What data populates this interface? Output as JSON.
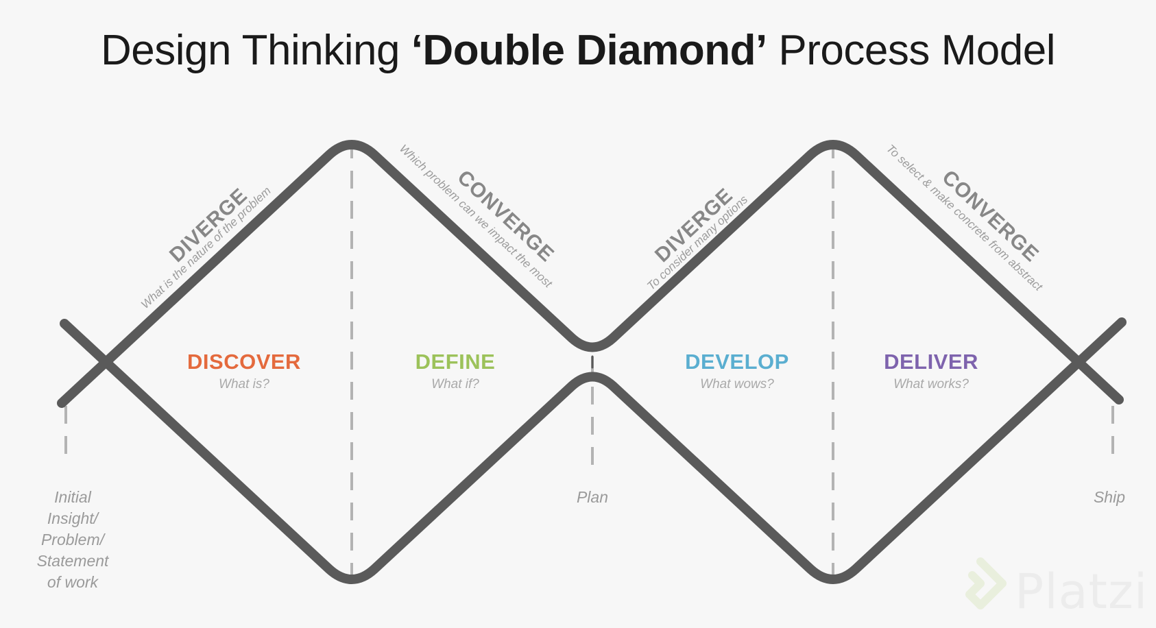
{
  "title": {
    "prefix": "Design Thinking ",
    "emphasis": "‘Double Diamond’",
    "suffix": " Process Model"
  },
  "phases": [
    {
      "name": "DISCOVER",
      "question": "What is?",
      "color": "#e46a3d"
    },
    {
      "name": "DEFINE",
      "question": "What if?",
      "color": "#9cc25a"
    },
    {
      "name": "DEVELOP",
      "question": "What wows?",
      "color": "#5aaed0"
    },
    {
      "name": "DELIVER",
      "question": "What works?",
      "color": "#7e63ad"
    }
  ],
  "slopes": [
    {
      "mode": "DIVERGE",
      "note": "What is the nature of the problem"
    },
    {
      "mode": "CONVERGE",
      "note": "Which problem can we impact the most"
    },
    {
      "mode": "DIVERGE",
      "note": "To consider many options"
    },
    {
      "mode": "CONVERGE",
      "note": "To select & make concrete from abstract"
    }
  ],
  "milestones": {
    "start": "Initial\nInsight/\nProblem/\nStatement\nof work",
    "middle": "Plan",
    "end": "Ship"
  },
  "brand": {
    "name": "Platzi"
  },
  "colors": {
    "line": "#5a5a5a",
    "dash": "#b3b3b3",
    "background": "#f7f7f7"
  }
}
